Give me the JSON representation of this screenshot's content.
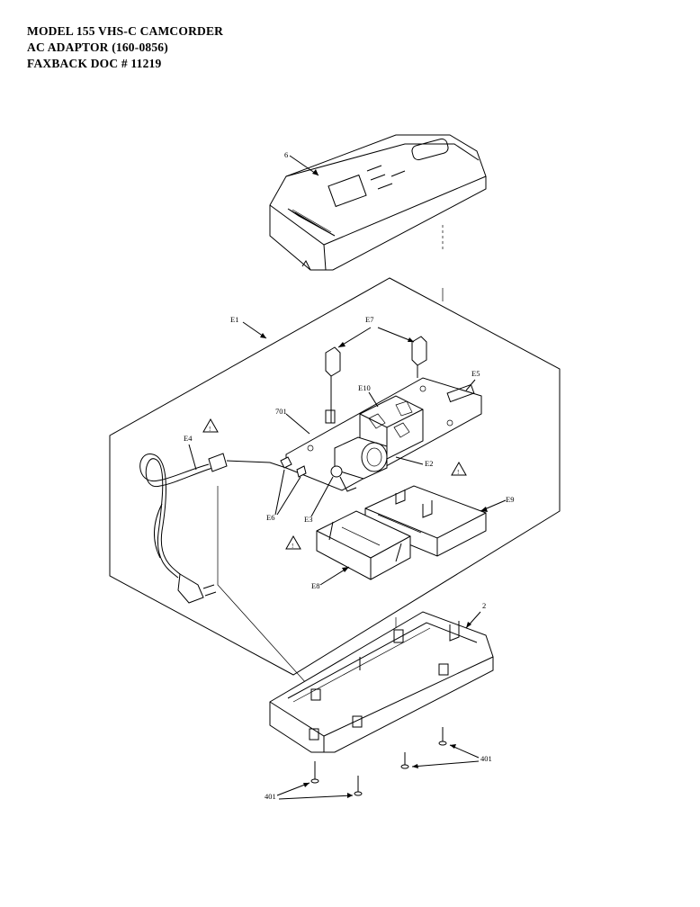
{
  "header": {
    "line1": "MODEL 155 VHS-C CAMCORDER",
    "line2": "AC ADAPTOR  (160-0856)",
    "line3": "FAXBACK DOC # 11219"
  },
  "callouts": {
    "top_cover": "6",
    "assembly": "E1",
    "clips": "E7",
    "label_e5": "E5",
    "label_e10": "E10",
    "pcb": "701",
    "cord": "E4",
    "label_e2": "E2",
    "label_e9": "E9",
    "label_e6": "E6",
    "label_e3": "E3",
    "label_e8": "E8",
    "bottom_case": "2",
    "screws_right": "401",
    "screws_left": "401"
  }
}
